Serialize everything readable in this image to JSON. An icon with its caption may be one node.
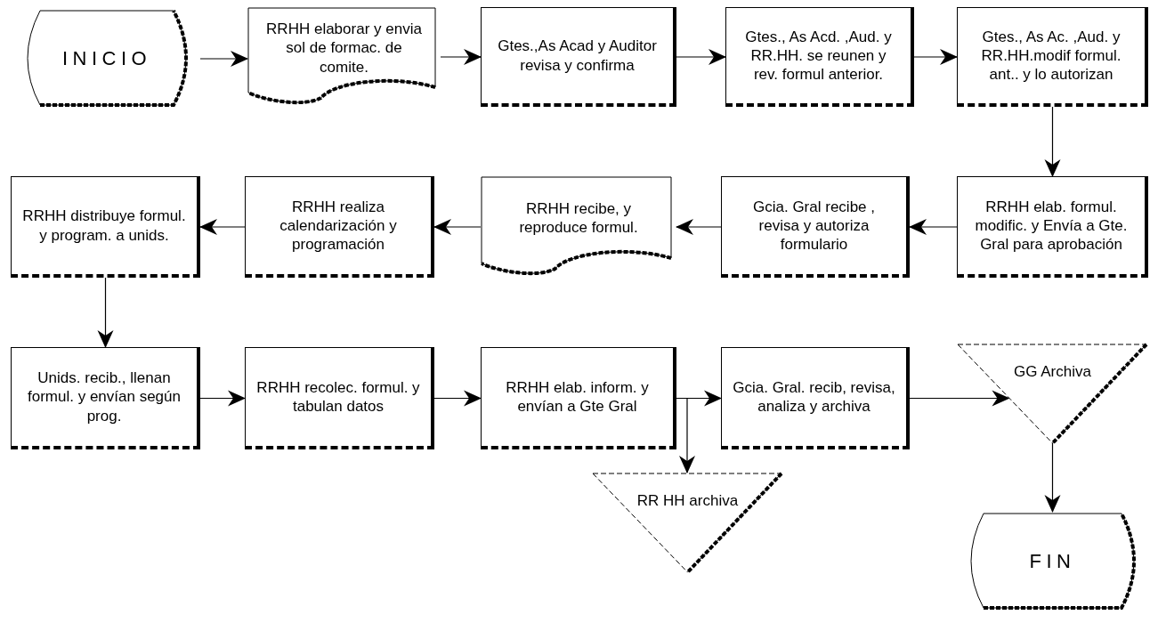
{
  "diagram": {
    "nodes": [
      {
        "text": [
          "INICIO"
        ]
      },
      {
        "text": [
          "RRHH elaborar y envia sol de formac. de comite."
        ]
      },
      {
        "text": [
          "Gtes.,As Acad y Auditor revisa y confirma"
        ]
      },
      {
        "text": [
          "Gtes., As Acd. ,Aud. y RR.HH. se reunen y rev. formul anterior."
        ]
      },
      {
        "text": [
          "Gtes., As Ac. ,Aud. y RR.HH.modif formul. ant.. y lo autorizan"
        ]
      },
      {
        "text": [
          "RRHH elab. formul. modific. y Envía a Gte. Gral para aprobación"
        ]
      },
      {
        "text": [
          "Gcia. Gral recibe , revisa y autoriza formulario"
        ]
      },
      {
        "text": [
          "RRHH recibe, y reproduce formul."
        ]
      },
      {
        "text": [
          "RRHH realiza calendarización y programación"
        ]
      },
      {
        "text": [
          "RRHH distribuye formul. y program. a unids."
        ]
      },
      {
        "text": [
          "Unids. recib., llenan formul. y envían según prog."
        ]
      },
      {
        "text": [
          "RRHH recolec. formul. y tabulan datos"
        ]
      },
      {
        "text": [
          "RRHH elab. inform. y envían a Gte Gral"
        ]
      },
      {
        "text": [
          "Gcia. Gral. recib, revisa, analiza y archiva"
        ]
      },
      {
        "text": [
          "GG Archiva"
        ]
      },
      {
        "text": [
          "RR HH archiva"
        ]
      },
      {
        "text": [
          "FIN"
        ]
      }
    ],
    "edges": [
      {
        "from": 0,
        "to": 1,
        "arrow": "to"
      },
      {
        "from": 1,
        "to": 2,
        "arrow": "to"
      },
      {
        "from": 2,
        "to": 3,
        "arrow": "to"
      },
      {
        "from": 3,
        "to": 4,
        "arrow": "to"
      },
      {
        "from": 4,
        "to": 5,
        "arrow": "to"
      },
      {
        "from": 5,
        "to": 6,
        "arrow": "to"
      },
      {
        "from": 6,
        "to": 7,
        "arrow": "to"
      },
      {
        "from": 7,
        "to": 8,
        "arrow": "to"
      },
      {
        "from": 8,
        "to": 9,
        "arrow": "to"
      },
      {
        "from": 9,
        "to": 10,
        "arrow": "to"
      },
      {
        "from": 10,
        "to": 11,
        "arrow": "to"
      },
      {
        "from": 11,
        "to": 12,
        "arrow": "to"
      },
      {
        "from": 12,
        "to": 13,
        "arrow": "to"
      },
      {
        "from": 12,
        "to": 15,
        "arrow": "to"
      },
      {
        "from": 13,
        "to": 14,
        "arrow": "to"
      },
      {
        "from": 14,
        "to": 16,
        "arrow": "to"
      }
    ]
  }
}
